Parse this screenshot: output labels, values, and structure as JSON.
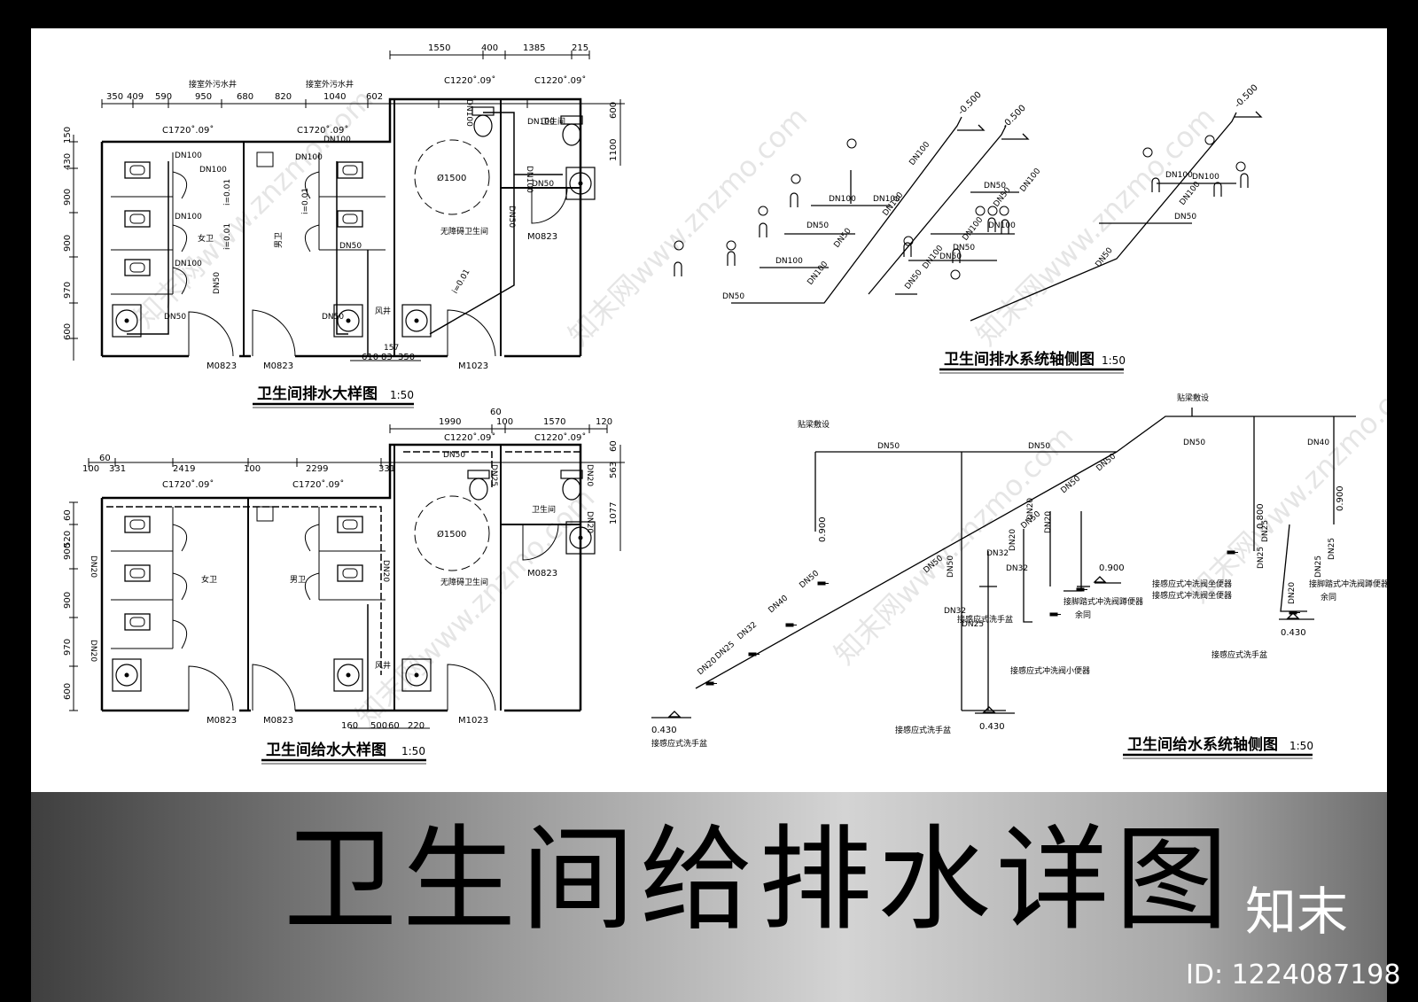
{
  "drawing": {
    "title": "卫生间给排水详图",
    "brand": "知末",
    "image_id": "ID: 1224087198",
    "watermark": "知末网www.znzmo.com"
  },
  "panels": {
    "drain_plan": {
      "title": "卫生间排水大样图",
      "scale": "1:50",
      "dims_top": [
        "350",
        "409",
        "590",
        "950",
        "680",
        "820",
        "1040",
        "602"
      ],
      "dims_top_right": [
        "1550",
        "400",
        "1385",
        "215"
      ],
      "dims_left": [
        "150",
        "430",
        "900",
        "900",
        "970",
        "600"
      ],
      "dims_right": [
        "600",
        "1100"
      ],
      "dims_bottom": [
        "610",
        "83",
        "350"
      ],
      "dim_small": "157",
      "windows": [
        "C1720˚.09˚",
        "C1720˚.09˚",
        "C1220˚.09˚",
        "C1220˚.09˚"
      ],
      "doors": [
        "M0823",
        "M0823",
        "M1023",
        "M0823"
      ],
      "notes": [
        "接室外污水井",
        "接室外污水井"
      ],
      "rooms": [
        "女卫",
        "男卫",
        "无障碍卫生间",
        "卫生间",
        "风井"
      ],
      "circle": "Ø1500",
      "pipes": [
        "DN100",
        "DN100",
        "DN100",
        "DN100",
        "DN50",
        "DN50",
        "DN100",
        "DN100",
        "DN50",
        "DN50",
        "DN100",
        "DN50",
        "DN100",
        "DN50",
        "DN100"
      ],
      "levels": [
        "i=0.01",
        "i=0.01",
        "i=0.01",
        "i=0.01"
      ]
    },
    "supply_plan": {
      "title": "卫生间给水大样图",
      "scale": "1:50",
      "dims_top": [
        "100",
        "60",
        "331",
        "2419",
        "100",
        "2299",
        "331"
      ],
      "dims_top_right": [
        "1990",
        "60",
        "100",
        "1570",
        "120"
      ],
      "dims_left": [
        "60",
        "520",
        "900",
        "900",
        "970",
        "600"
      ],
      "dims_right": [
        "60",
        "563",
        "1077"
      ],
      "dims_bottom": [
        "160",
        "500",
        "60",
        "220"
      ],
      "windows": [
        "C1720˚.09˚",
        "C1720˚.09˚",
        "C1220˚.09˚",
        "C1220˚.09˚"
      ],
      "doors": [
        "M0823",
        "M0823",
        "M1023",
        "M0823"
      ],
      "rooms": [
        "女卫",
        "男卫",
        "无障碍卫生间",
        "卫生间",
        "风井"
      ],
      "circle": "Ø1500",
      "pipes": [
        "DN50",
        "DN25",
        "DN20",
        "DN20",
        "DN20",
        "DN20",
        "DN20"
      ]
    },
    "drain_axo": {
      "title": "卫生间排水系统轴侧图",
      "scale": "1:50",
      "levels": [
        "-0.500",
        "-0.500",
        "-0.500"
      ],
      "pipes": [
        "DN100",
        "DN100",
        "DN100",
        "DN100",
        "DN50",
        "DN50",
        "DN100",
        "DN100",
        "DN50",
        "DN50",
        "DN50",
        "DN100",
        "DN100",
        "DN50",
        "DN100",
        "DN50",
        "DN50",
        "DN100",
        "DN100",
        "DN100",
        "DN50",
        "DN100",
        "DN50"
      ]
    },
    "supply_axo": {
      "title": "卫生间给水系统轴侧图",
      "scale": "1:50",
      "levels": [
        "0.900",
        "0.900",
        "0.800",
        "0.900",
        "0.430",
        "0.430",
        "0.430"
      ],
      "notes": [
        "贴梁敷设",
        "贴梁敷设",
        "接感应式洗手盆",
        "接感应式洗手盆",
        "接感应式洗手盆",
        "接感应式洗手盆",
        "接感应式冲洗阀小便器",
        "接脚踏式冲洗阀蹲便器",
        "余同",
        "接感应式冲洗阀坐便器",
        "接感应式冲洗阀坐便器",
        "接脚踏式冲洗阀蹲便器",
        "余同"
      ],
      "pipes": [
        "DN50",
        "DN50",
        "DN50",
        "DN50",
        "DN50",
        "DN40",
        "DN32",
        "DN25",
        "DN20",
        "DN50",
        "DN50",
        "DN50",
        "DN32",
        "DN32",
        "DN32",
        "DN25",
        "DN25",
        "DN25",
        "DN25",
        "DN40",
        "DN50",
        "DN20",
        "DN20",
        "DN20",
        "DN25",
        "DN20"
      ]
    }
  }
}
